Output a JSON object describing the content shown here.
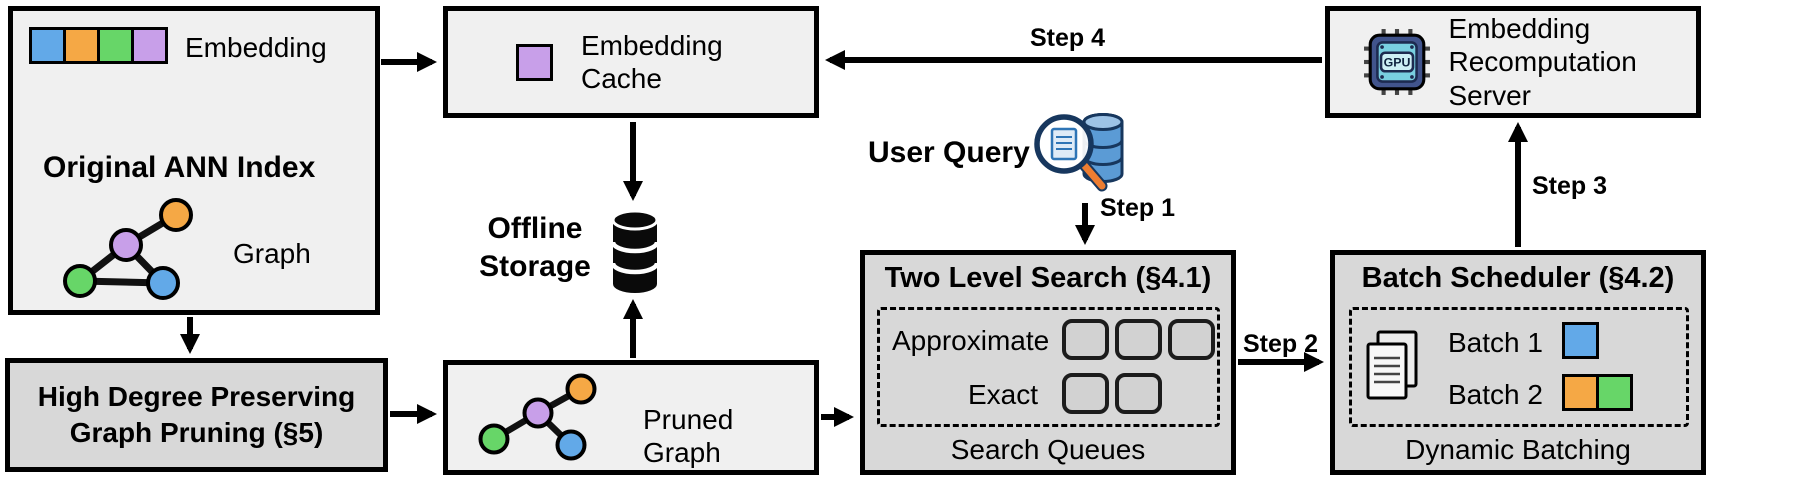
{
  "colors": {
    "blue": "#62a9e8",
    "orange": "#f5a845",
    "green": "#67d668",
    "purple": "#c89fe9",
    "light_box": "#f0f0f0",
    "gray_box": "#d8d8d8"
  },
  "ann_index": {
    "title": "Original ANN Index",
    "embedding_label": "Embedding",
    "graph_label": "Graph"
  },
  "embedding_cache": {
    "label": "Embedding Cache"
  },
  "recomputation_server": {
    "label": "Embedding Recomputation Server"
  },
  "offline_storage": {
    "label": "Offline Storage"
  },
  "user_query": {
    "label": "User Query"
  },
  "two_level_search": {
    "title": "Two Level Search (§4.1)",
    "approximate": "Approximate",
    "exact": "Exact",
    "footer": "Search Queues"
  },
  "batch_scheduler": {
    "title": "Batch Scheduler (§4.2)",
    "batch1": "Batch 1",
    "batch2": "Batch 2",
    "footer": "Dynamic Batching"
  },
  "graph_pruning": {
    "title": "High Degree Preserving Graph Pruning (§5)"
  },
  "pruned_graph": {
    "label": "Pruned Graph"
  },
  "steps": {
    "s1": "Step 1",
    "s2": "Step 2",
    "s3": "Step 3",
    "s4": "Step 4"
  },
  "gpu_icon_label": "GPU"
}
